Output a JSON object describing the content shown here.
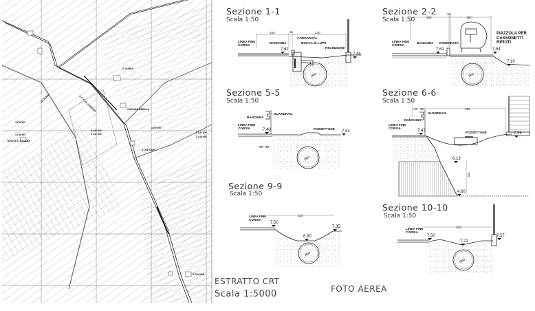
{
  "map": {
    "title": "ESTRATTO CRT",
    "scale": "Scala 1:5000",
    "labels": [
      "S.P. 8 VIA CONFINE",
      "VIA ROMA",
      "CASCINA MIRELLA",
      "13°49'50\"",
      "13°49'50\"",
      "13°49'50\"",
      "TENUTA S. BOVARA",
      "5 144 000",
      "5 144 000",
      "5 143 000",
      "5 143 000",
      "S. MARIA",
      "S. ANTONIO",
      "5 FAVORE"
    ]
  },
  "photo": {
    "title": "FOTO AEREA"
  },
  "sections": {
    "s11": {
      "title": "Sezione 1-1",
      "scale": "Scala 1:50",
      "labels": [
        "LINEA FINE CORSIA",
        "BANCHINA",
        "CORDONATA",
        "BOCCA DI LUPO",
        "RECINZIONE"
      ],
      "elevations": [
        "7.62",
        "7.45"
      ],
      "dims": [
        "160",
        "15",
        "230"
      ],
      "pipe": "Ø60"
    },
    "s22": {
      "title": "Sezione 2-2",
      "scale": "Scala 1:50",
      "labels": [
        "LINEA FINE CORSIA",
        "BANCHINA",
        "CORDONATA",
        "PIAZZOLA PER CASSONETTI RIFIUTI"
      ],
      "elevations": [
        "7.61",
        "7.54",
        "7.10"
      ],
      "dims": [
        "160",
        "15",
        "190"
      ],
      "pipe": "Ø60"
    },
    "s55": {
      "title": "Sezione 5-5",
      "scale": "Scala 1:50",
      "labels": [
        "BANCHINA",
        "GUARDRAIL",
        "LINEA FINE CORSIA",
        "POZZETTONE"
      ],
      "elevations": [
        "7.40",
        "7.34"
      ],
      "dims": [
        "40",
        "36"
      ],
      "pipe": "Ø60"
    },
    "s66": {
      "title": "Sezione 6-6",
      "scale": "Scala 1:50",
      "labels": [
        "BANCHINA",
        "GUARDRAIL",
        "LINEA FINE CORSIA",
        "POZZETTONE"
      ],
      "elevations": [
        "7.42",
        "7.25",
        "6.13",
        "4.60"
      ],
      "dims": [
        "40",
        "36",
        "360",
        "282"
      ]
    },
    "s99": {
      "title": "Sezione 9-9",
      "scale": "Scala 1:50",
      "labels": [
        "LINEA FINE CORSIA"
      ],
      "elevations": [
        "7.50",
        "7.35",
        "6.90"
      ],
      "dims": [
        "310"
      ],
      "pipe": "Ø60"
    },
    "s1010": {
      "title": "Sezione 10-10",
      "scale": "Scala 1:50",
      "labels": [
        "LINEA FINE CORSIA"
      ],
      "elevations": [
        "7.50",
        "7.21",
        "7.57"
      ],
      "dims": [
        "310"
      ],
      "pipe": "Ø60"
    }
  }
}
